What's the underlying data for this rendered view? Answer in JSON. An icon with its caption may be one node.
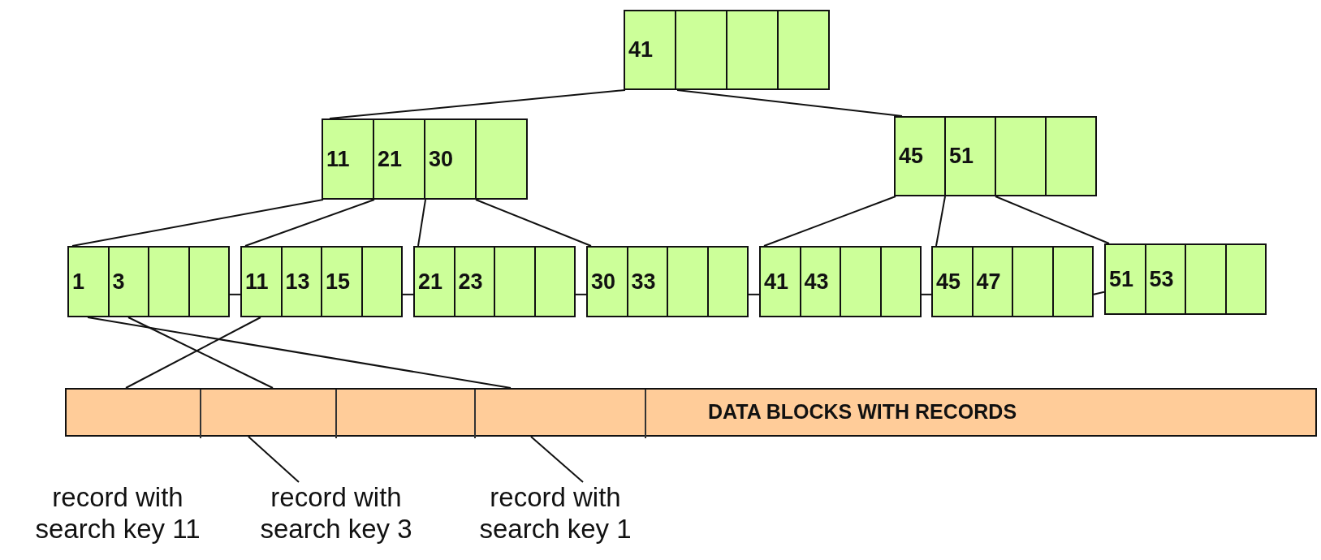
{
  "diagram": {
    "nodes": [
      {
        "text": [
          "41"
        ]
      },
      {
        "text": [
          "11",
          "21",
          "30"
        ]
      },
      {
        "text": [
          "45",
          "51"
        ]
      },
      {
        "text": [
          "1",
          "3"
        ]
      },
      {
        "text": [
          "11",
          "13",
          "15"
        ]
      },
      {
        "text": [
          "21",
          "23"
        ]
      },
      {
        "text": [
          "30",
          "33"
        ]
      },
      {
        "text": [
          "41",
          "43"
        ]
      },
      {
        "text": [
          "45",
          "47"
        ]
      },
      {
        "text": [
          "51",
          "53"
        ]
      },
      {
        "text": [
          "DATA BLOCKS WITH RECORDS"
        ]
      },
      {
        "text": [],
        "shape": "box",
        "in": 10
      },
      {
        "text": [],
        "shape": "box",
        "in": 10
      },
      {
        "text": [],
        "shape": "box",
        "in": 10
      },
      {
        "text": [],
        "shape": "box",
        "in": 10
      },
      {
        "text": [
          "record with search key 3"
        ]
      },
      {
        "text": [
          "record with search key 1"
        ]
      }
    ],
    "edges": [
      {
        "from": 0,
        "to": 1,
        "arrow": "none"
      },
      {
        "from": 0,
        "to": 2,
        "arrow": "none"
      },
      {
        "from": 1,
        "to": 3,
        "arrow": "none"
      },
      {
        "from": 1,
        "to": 4,
        "arrow": "none"
      },
      {
        "from": 1,
        "to": 5,
        "arrow": "none"
      },
      {
        "from": 1,
        "to": 6,
        "arrow": "none"
      },
      {
        "from": 2,
        "to": 7,
        "arrow": "none"
      },
      {
        "from": 2,
        "to": 8,
        "arrow": "none"
      },
      {
        "from": 2,
        "to": 9,
        "arrow": "none"
      },
      {
        "from": 3,
        "to": 4,
        "arrow": "none"
      },
      {
        "from": 4,
        "to": 5,
        "arrow": "none"
      },
      {
        "from": 5,
        "to": 6,
        "arrow": "none"
      },
      {
        "from": 6,
        "to": 7,
        "arrow": "none"
      },
      {
        "from": 7,
        "to": 8,
        "arrow": "none"
      },
      {
        "from": 8,
        "to": 9,
        "arrow": "none"
      },
      {
        "from": 3,
        "to": 14,
        "arrow": "none"
      },
      {
        "from": 3,
        "to": 12,
        "arrow": "none"
      },
      {
        "from": 4,
        "to": 11,
        "arrow": "none"
      },
      {
        "from": 15,
        "to": 12,
        "arrow": "none"
      },
      {
        "from": 16,
        "to": 14,
        "arrow": "none"
      }
    ],
    "labels": [
      "record with search key 11"
    ]
  }
}
